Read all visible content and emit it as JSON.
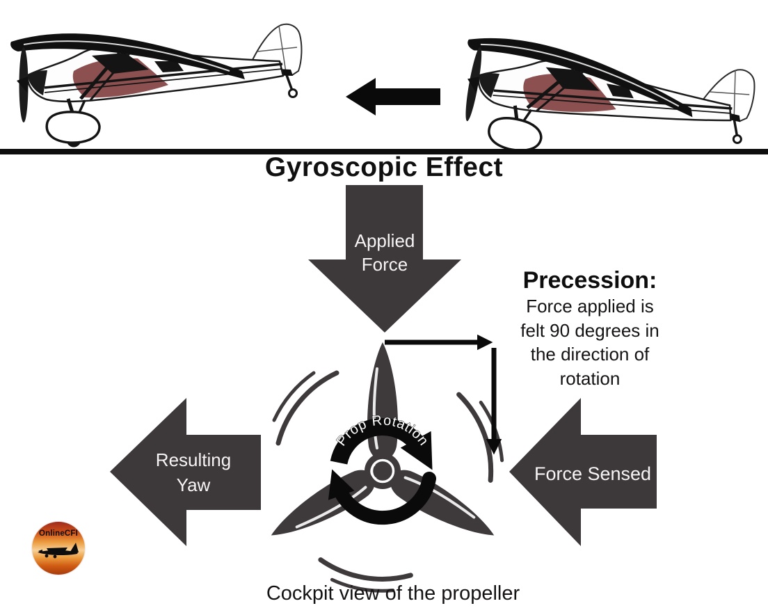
{
  "title": "Gyroscopic Effect",
  "caption": "Cockpit view of the propeller",
  "applied_force": {
    "line1": "Applied",
    "line2": "Force"
  },
  "precession": {
    "heading": "Precession:",
    "lines": [
      "Force applied is",
      "felt 90 degrees in",
      "the direction of",
      "rotation"
    ]
  },
  "propeller": {
    "rotation_label": "Prop Rotation",
    "rotation_direction": "clockwise"
  },
  "resulting_yaw": {
    "line1": "Resulting",
    "line2": "Yaw"
  },
  "force_sensed": {
    "label": "Force Sensed"
  },
  "logo": {
    "text": "OnlineCFI"
  },
  "colors": {
    "arrow_dark": "#3d3839",
    "ink_black": "#0d0d0d",
    "fuselage_maroon": "#8b504f",
    "label_white": "#f6f4f4"
  }
}
